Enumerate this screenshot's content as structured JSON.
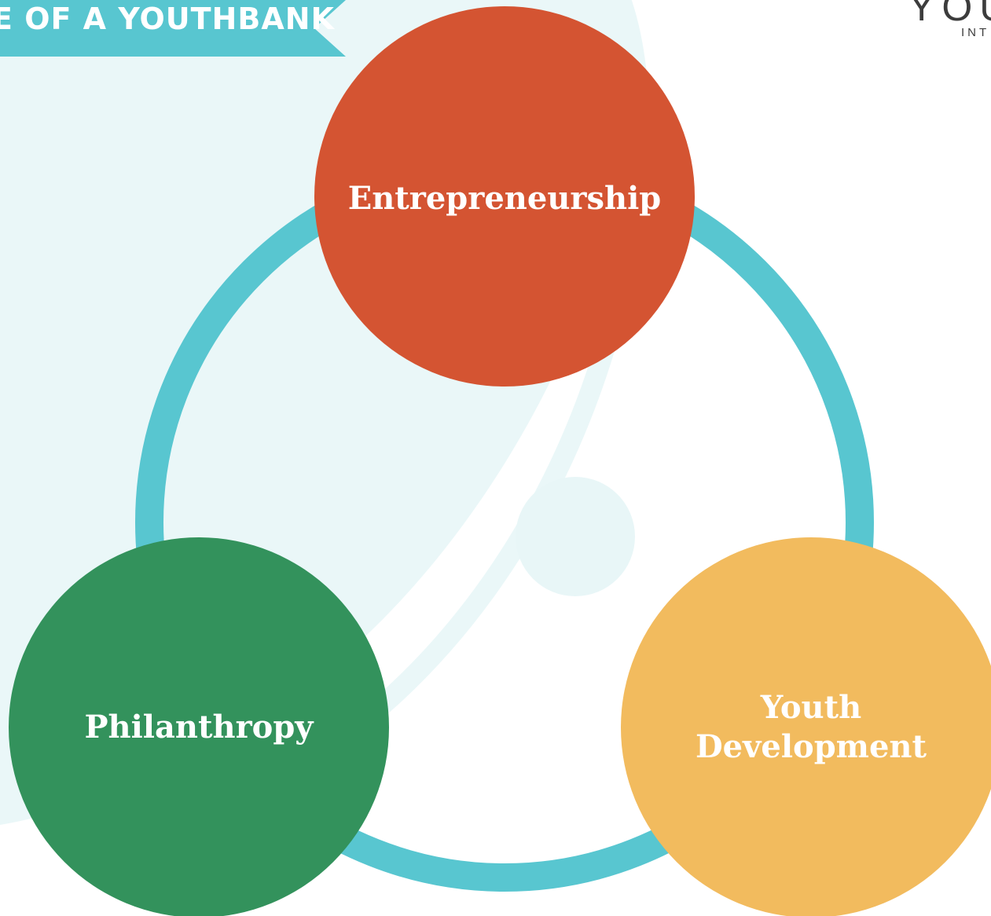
{
  "banner": {
    "text": "E OF A YOUTHBANK",
    "color": "#58c6d0"
  },
  "logo": {
    "main": "YOU",
    "sub": "INT"
  },
  "diagram": {
    "ring_color": "#58c6d0",
    "nodes": [
      {
        "label": "Entrepreneurship",
        "color": "#d45432"
      },
      {
        "label": "Philanthropy",
        "color": "#33925c"
      },
      {
        "label": "Youth\nDevelopment",
        "color": "#f2bb5e"
      }
    ]
  }
}
